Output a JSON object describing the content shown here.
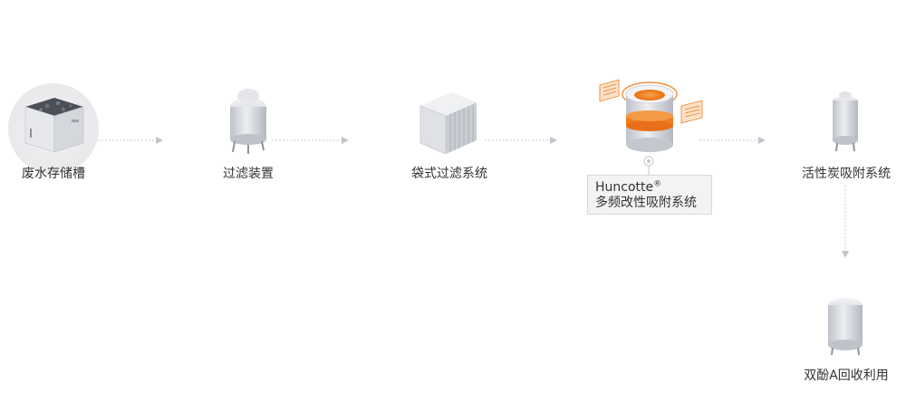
{
  "colors": {
    "connector": "#c8c8cc",
    "arrow": "#c2c3cc",
    "accent": "#f07d1e",
    "equipment": "#d9dbe0",
    "callout_bg": "#f3f3f3"
  },
  "nodes": {
    "storage": {
      "label": "废水存储槽",
      "icon": "wastewater-tank-icon"
    },
    "filter": {
      "label": "过滤装置",
      "icon": "filter-vessel-icon"
    },
    "bag_filter": {
      "label": "袋式过滤系统",
      "icon": "bag-filter-icon"
    },
    "huncotte": {
      "icon": "huncotte-adsorber-icon",
      "brand": "Huncotte",
      "trademark": "®",
      "subtitle": "多频改性吸附系统"
    },
    "carbon": {
      "label": "活性炭吸附系统",
      "icon": "carbon-adsorber-icon"
    },
    "recovery": {
      "label": "双酚A回收利用",
      "icon": "recovery-tank-icon"
    }
  }
}
